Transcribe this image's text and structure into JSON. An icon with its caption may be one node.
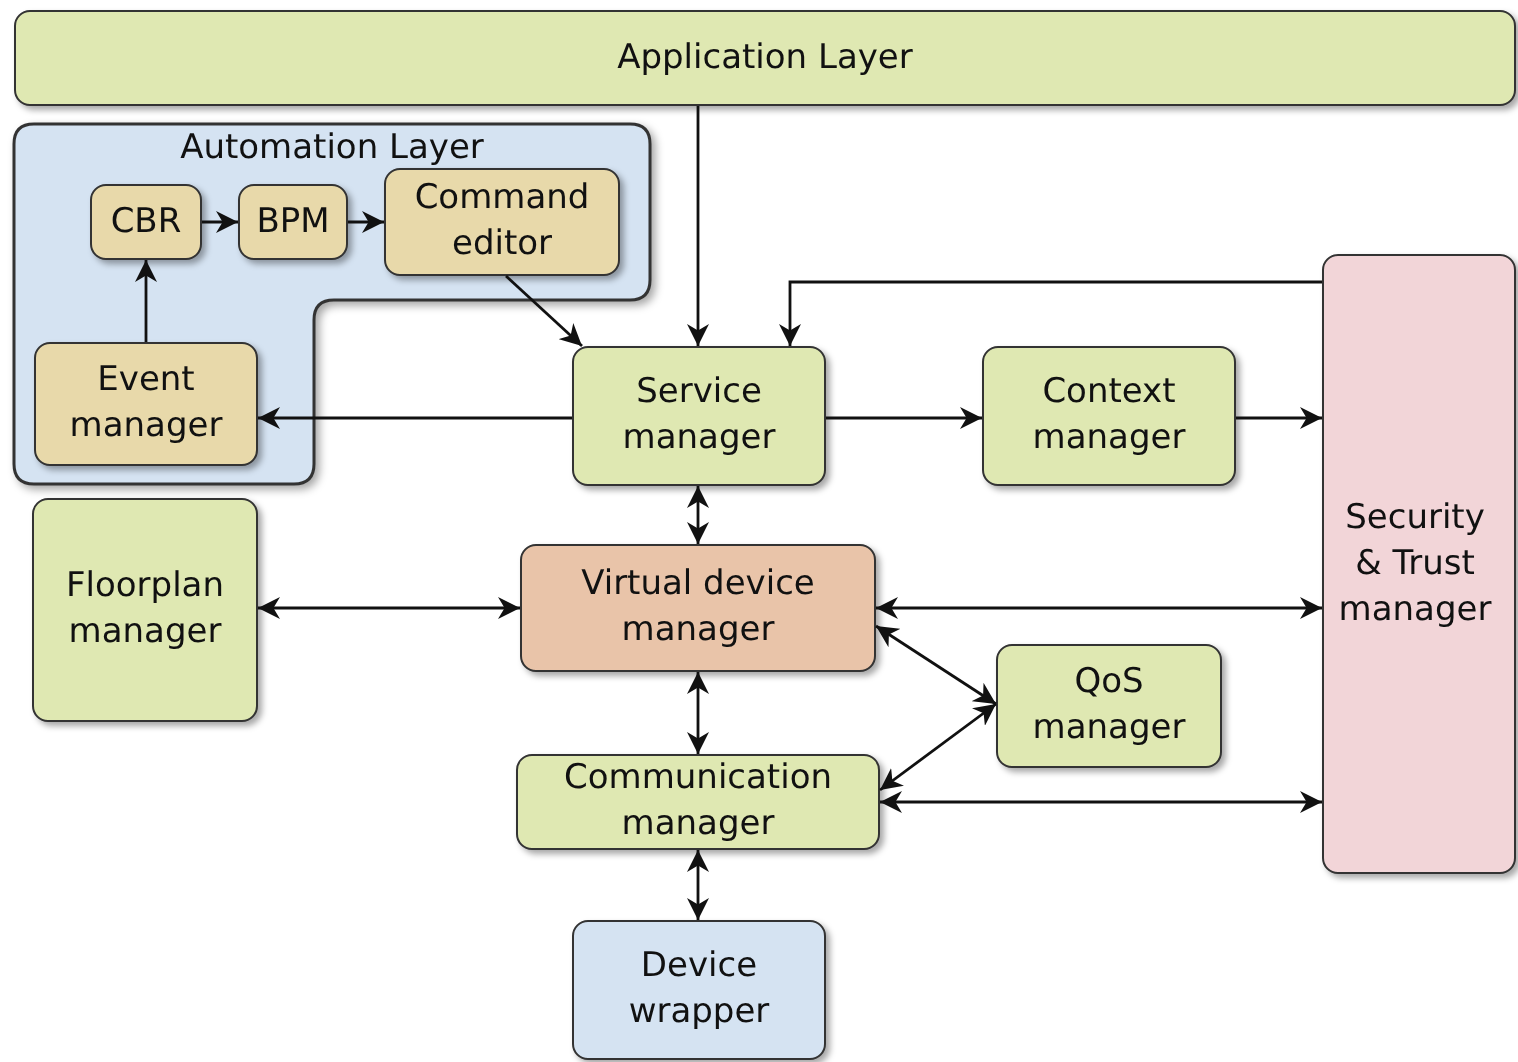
{
  "diagram": {
    "nodes": [
      {
        "text": [
          "Application Layer"
        ]
      },
      {
        "text": [
          "Automation Layer"
        ]
      },
      {
        "text": [
          "CBR"
        ],
        "in": 1
      },
      {
        "text": [
          "BPM"
        ],
        "in": 1
      },
      {
        "text": [
          "Command editor"
        ],
        "in": 1
      },
      {
        "text": [
          "Event manager"
        ],
        "in": 1
      },
      {
        "text": [
          "Service manager"
        ]
      },
      {
        "text": [
          "Context manager"
        ]
      },
      {
        "text": [
          "Security & Trust manager"
        ]
      },
      {
        "text": [
          "Floorplan manager"
        ]
      },
      {
        "text": [
          "Virtual device manager"
        ]
      },
      {
        "text": [
          "QoS manager"
        ]
      },
      {
        "text": [
          "Communication manager"
        ]
      },
      {
        "text": [
          "Device wrapper"
        ]
      }
    ],
    "edges": [
      {
        "from": 0,
        "to": 6,
        "arrow": "to"
      },
      {
        "from": 2,
        "to": 3,
        "arrow": "to"
      },
      {
        "from": 3,
        "to": 4,
        "arrow": "to"
      },
      {
        "from": 5,
        "to": 2,
        "arrow": "to"
      },
      {
        "from": 4,
        "to": 6,
        "arrow": "to"
      },
      {
        "from": 6,
        "to": 5,
        "arrow": "to"
      },
      {
        "from": 8,
        "to": 6,
        "arrow": "to"
      },
      {
        "from": 6,
        "to": 7,
        "arrow": "to"
      },
      {
        "from": 7,
        "to": 8,
        "arrow": "to"
      },
      {
        "from": 6,
        "to": 10,
        "arrow": "both"
      },
      {
        "from": 9,
        "to": 10,
        "arrow": "both"
      },
      {
        "from": 10,
        "to": 8,
        "arrow": "both"
      },
      {
        "from": 10,
        "to": 11,
        "arrow": "both"
      },
      {
        "from": 12,
        "to": 11,
        "arrow": "both"
      },
      {
        "from": 10,
        "to": 12,
        "arrow": "both"
      },
      {
        "from": 12,
        "to": 8,
        "arrow": "both"
      },
      {
        "from": 12,
        "to": 13,
        "arrow": "both"
      }
    ]
  }
}
